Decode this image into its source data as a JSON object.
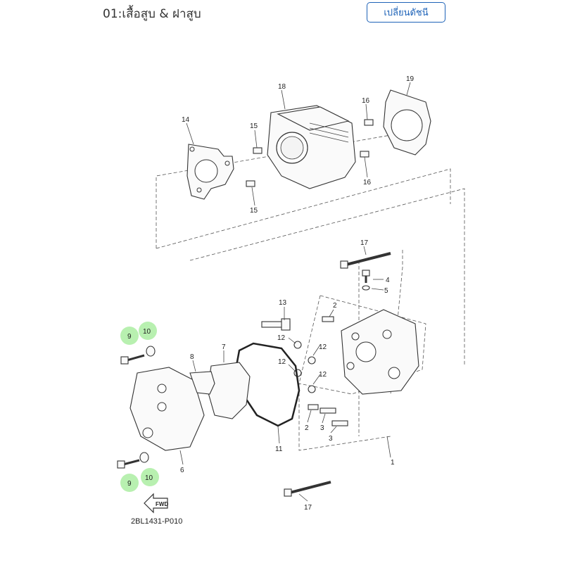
{
  "header": {
    "title": "01:เสื้อสูบ & ฝาสูบ",
    "index_button": "เปลี่ยนดัชนี"
  },
  "diagram": {
    "code": "2BL1431-P010",
    "fwd_label": "FWD",
    "highlight_color": "#b8f0b0",
    "callouts": [
      {
        "id": "c18",
        "text": "18"
      },
      {
        "id": "c19",
        "text": "19"
      },
      {
        "id": "c14",
        "text": "14"
      },
      {
        "id": "c15a",
        "text": "15"
      },
      {
        "id": "c15b",
        "text": "15"
      },
      {
        "id": "c16a",
        "text": "16"
      },
      {
        "id": "c16b",
        "text": "16"
      },
      {
        "id": "c17a",
        "text": "17"
      },
      {
        "id": "c17b",
        "text": "17"
      },
      {
        "id": "c4",
        "text": "4"
      },
      {
        "id": "c5",
        "text": "5"
      },
      {
        "id": "c13",
        "text": "13"
      },
      {
        "id": "c2a",
        "text": "2"
      },
      {
        "id": "c2b",
        "text": "2"
      },
      {
        "id": "c12a",
        "text": "12"
      },
      {
        "id": "c12b",
        "text": "12"
      },
      {
        "id": "c12c",
        "text": "12"
      },
      {
        "id": "c12d",
        "text": "12"
      },
      {
        "id": "c3a",
        "text": "3"
      },
      {
        "id": "c3b",
        "text": "3"
      },
      {
        "id": "c7",
        "text": "7"
      },
      {
        "id": "c8",
        "text": "8"
      },
      {
        "id": "c11",
        "text": "11"
      },
      {
        "id": "c1",
        "text": "1"
      },
      {
        "id": "c6",
        "text": "6"
      },
      {
        "id": "c9a",
        "text": "9"
      },
      {
        "id": "c10a",
        "text": "10"
      },
      {
        "id": "c9b",
        "text": "9"
      },
      {
        "id": "c10b",
        "text": "10"
      }
    ]
  }
}
